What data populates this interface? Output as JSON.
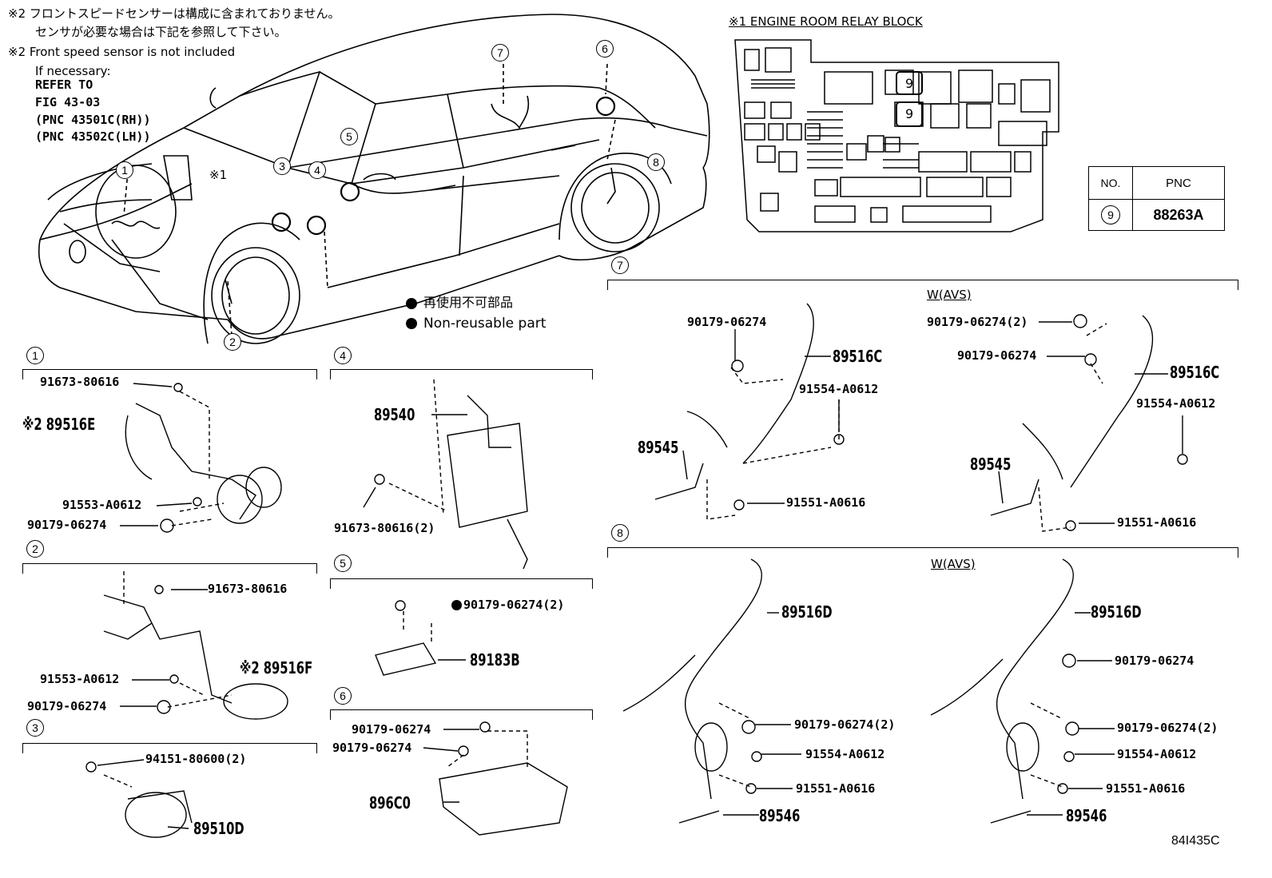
{
  "notes": {
    "jp_line1": "※2 フロントスピードセンサーは構成に含まれておりません。",
    "jp_line2": "センサが必要な場合は下記を参照して下さい。",
    "en_line1": "※2 Front speed sensor is not included",
    "en_line2": "If necessary:",
    "refer_to": "REFER TO",
    "fig": "FIG 43-03",
    "pnc_rh": "(PNC 43501C(RH))",
    "pnc_lh": "(PNC 43502C(LH))"
  },
  "relay_block": {
    "title": "※1  ENGINE ROOM RELAY BLOCK",
    "marker": "9",
    "ref_mark": "※1"
  },
  "pnc_table": {
    "header_no": "NO.",
    "header_pnc": "PNC",
    "row_no": "9",
    "row_pnc": "88263A"
  },
  "legend": {
    "jp": "再使用不可部品",
    "en": "Non-reusable part"
  },
  "callouts": [
    "1",
    "2",
    "3",
    "4",
    "5",
    "6",
    "7",
    "8"
  ],
  "section1": {
    "num": "1",
    "p1": "91673-80616",
    "p2": "※2 89516E",
    "p3": "91553-A0612",
    "p4": "90179-06274"
  },
  "section2": {
    "num": "2",
    "p1": "91673-80616",
    "p2": "※2 89516F",
    "p3": "91553-A0612",
    "p4": "90179-06274"
  },
  "section3": {
    "num": "3",
    "p1": "94151-80600(2)",
    "p2": "89510D"
  },
  "section4": {
    "num": "4",
    "p1": "89540",
    "p2": "91673-80616(2)"
  },
  "section5": {
    "num": "5",
    "p1": "90179-06274(2)",
    "p2": "89183B"
  },
  "section6": {
    "num": "6",
    "p1": "90179-06274",
    "p2": "90179-06274",
    "p3": "896C0"
  },
  "section7": {
    "num": "7",
    "variant": "W(AVS)",
    "left": {
      "p1": "90179-06274",
      "p2": "89516C",
      "p3": "91554-A0612",
      "p4": "89545",
      "p5": "91551-A0616"
    },
    "right": {
      "p1": "90179-06274(2)",
      "p2": "90179-06274",
      "p3": "89516C",
      "p4": "91554-A0612",
      "p5": "89545",
      "p6": "91551-A0616"
    }
  },
  "section8": {
    "num": "8",
    "variant": "W(AVS)",
    "left": {
      "p1": "89516D",
      "p2": "90179-06274(2)",
      "p3": "91554-A0612",
      "p4": "91551-A0616",
      "p5": "89546"
    },
    "right": {
      "p1": "89516D",
      "p2": "90179-06274",
      "p3": "90179-06274(2)",
      "p4": "91554-A0612",
      "p5": "91551-A0616",
      "p6": "89546"
    }
  },
  "figure_id": "84I435C"
}
